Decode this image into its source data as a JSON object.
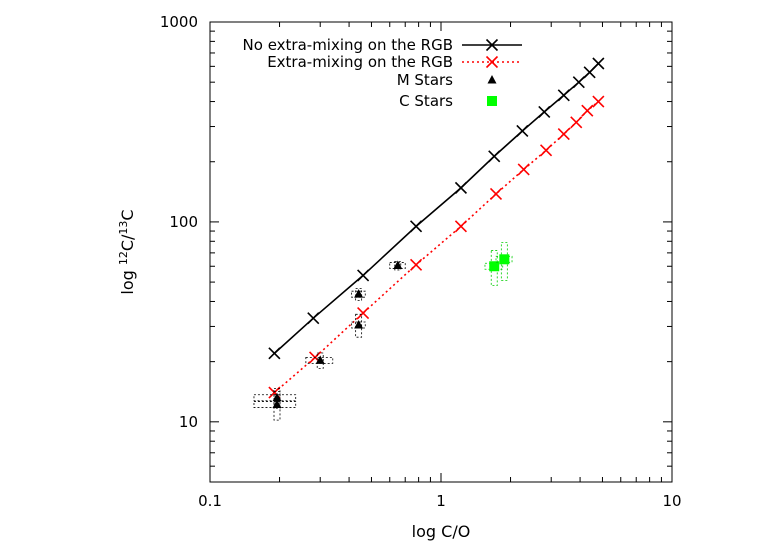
{
  "chart_data": {
    "type": "scatter",
    "title": "",
    "xlabel": "log C/O",
    "ylabel_prefix": "log ",
    "ylabel_sup1": "12",
    "ylabel_mid": "C/",
    "ylabel_sup2": "13",
    "ylabel_end": "C",
    "xscale": "log",
    "yscale": "log",
    "xlim": [
      0.1,
      10
    ],
    "ylim": [
      5,
      1000
    ],
    "x_ticks": [
      {
        "v": 0.1,
        "label": "0.1"
      },
      {
        "v": 1,
        "label": "1"
      },
      {
        "v": 10,
        "label": "10"
      }
    ],
    "y_ticks": [
      {
        "v": 10,
        "label": "10"
      },
      {
        "v": 100,
        "label": "100"
      },
      {
        "v": 1000,
        "label": "1000"
      }
    ],
    "grid": false,
    "legend_position": "top-right",
    "series": [
      {
        "name": "No extra-mixing on the RGB",
        "kind": "line",
        "color": "#000000",
        "dashed": false,
        "marker": "x",
        "x": [
          0.19,
          0.28,
          0.46,
          0.78,
          1.22,
          1.7,
          2.25,
          2.8,
          3.4,
          3.95,
          4.4,
          4.8
        ],
        "y": [
          22,
          33,
          54,
          95,
          148,
          213,
          285,
          355,
          430,
          500,
          560,
          620
        ]
      },
      {
        "name": "Extra-mixing on the RGB",
        "kind": "line",
        "color": "#ff0000",
        "dashed": true,
        "marker": "x",
        "x": [
          0.19,
          0.285,
          0.46,
          0.78,
          1.22,
          1.73,
          2.28,
          2.85,
          3.4,
          3.85,
          4.3,
          4.8
        ],
        "y": [
          14,
          21,
          35,
          61,
          95,
          138,
          183,
          228,
          275,
          315,
          360,
          400
        ]
      },
      {
        "name": "M Stars",
        "kind": "points",
        "color": "#000000",
        "marker": "triangle",
        "errbar_color": "#000000",
        "x": [
          0.195,
          0.195,
          0.3,
          0.44,
          0.44,
          0.65
        ],
        "y": [
          12.2,
          13.2,
          20.3,
          30.5,
          43.5,
          60.5
        ],
        "xerr": [
          0.04,
          0.04,
          0.04,
          0.03,
          0.03,
          0.05
        ],
        "yerr": [
          2.0,
          1.5,
          1.8,
          4.0,
          3.0,
          3.0
        ]
      },
      {
        "name": "C Stars",
        "kind": "points",
        "color": "#00ff00",
        "marker": "square",
        "errbar_color": "#00cc00",
        "x": [
          1.7,
          1.88
        ],
        "y": [
          60,
          65
        ],
        "xerr": [
          0.15,
          0.15
        ],
        "yerr": [
          12,
          14
        ]
      }
    ]
  }
}
